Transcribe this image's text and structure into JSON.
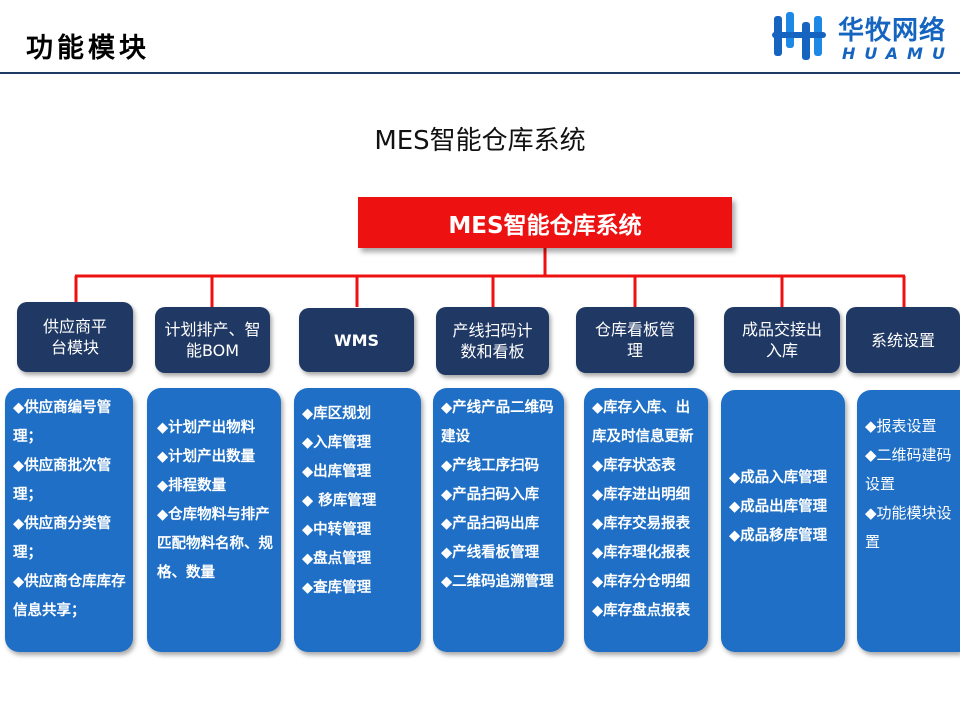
{
  "header": {
    "title": "功能模块"
  },
  "logo": {
    "name_cn": "华牧网络",
    "name_en": "HUAMU"
  },
  "diagram": {
    "heading": "MES智能仓库系统",
    "root": "MES智能仓库系统",
    "modules": [
      {
        "title": "供应商平台模块",
        "items": [
          "◆供应商编号管理；",
          "◆供应商批次管理；",
          "◆供应商分类管理；",
          "◆供应商仓库库存信息共享；"
        ]
      },
      {
        "title": "计划排产、智能BOM",
        "items": [
          "◆计划产出物料",
          "◆计划产出数量",
          "◆排程数量",
          "◆仓库物料与排产匹配物料名称、规格、数量"
        ]
      },
      {
        "title": "WMS",
        "items": [
          "◆库区规划",
          "◆入库管理",
          "◆出库管理",
          "◆ 移库管理",
          "◆中转管理",
          "◆盘点管理",
          "◆查库管理"
        ]
      },
      {
        "title": "产线扫码计数和看板",
        "items": [
          "◆产线产品二维码建设",
          "◆产线工序扫码",
          "◆产品扫码入库",
          "◆产品扫码出库",
          "◆产线看板管理",
          "◆二维码追溯管理"
        ]
      },
      {
        "title": "仓库看板管理",
        "items": [
          "◆库存入库、出库及时信息更新",
          "◆库存状态表",
          "◆库存进出明细",
          "◆库存交易报表",
          "◆库存理化报表",
          "◆库存分仓明细",
          "◆库存盘点报表"
        ]
      },
      {
        "title": "成品交接出入库",
        "items": [
          "◆成品入库管理",
          "◆成品出库管理",
          "◆成品移库管理"
        ]
      },
      {
        "title": "系统设置",
        "items": [
          "◆报表设置",
          "◆二维码建码设置",
          "◆功能模块设置"
        ]
      }
    ]
  },
  "colors": {
    "navy": "#1f3864",
    "blue": "#1e6fc5",
    "red": "#ee1111"
  }
}
